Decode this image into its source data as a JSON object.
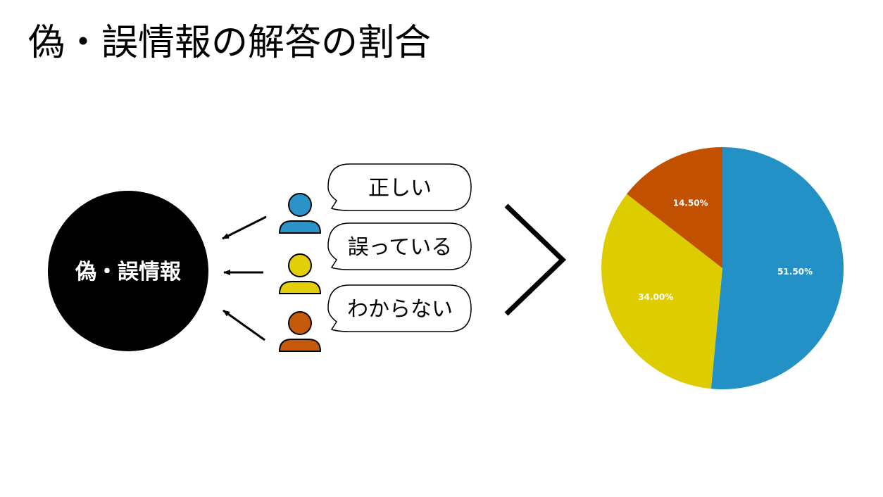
{
  "title": "偽・誤情報の解答の割合",
  "center_label": "偽・誤情報",
  "responses": [
    {
      "text": "正しい",
      "color": "#2A94C9"
    },
    {
      "text": "誤っている",
      "color": "#E2CF0A"
    },
    {
      "text": "わからない",
      "color": "#C55A0C"
    }
  ],
  "chart_data": {
    "type": "pie",
    "slices": [
      {
        "label": "51.50%",
        "value": 51.5,
        "color": "#2390C6"
      },
      {
        "label": "34.00%",
        "value": 34.0,
        "color": "#DDCC00"
      },
      {
        "label": "14.50%",
        "value": 14.5,
        "color": "#C15000"
      }
    ],
    "start": "12 o'clock",
    "direction": "clockwise"
  }
}
